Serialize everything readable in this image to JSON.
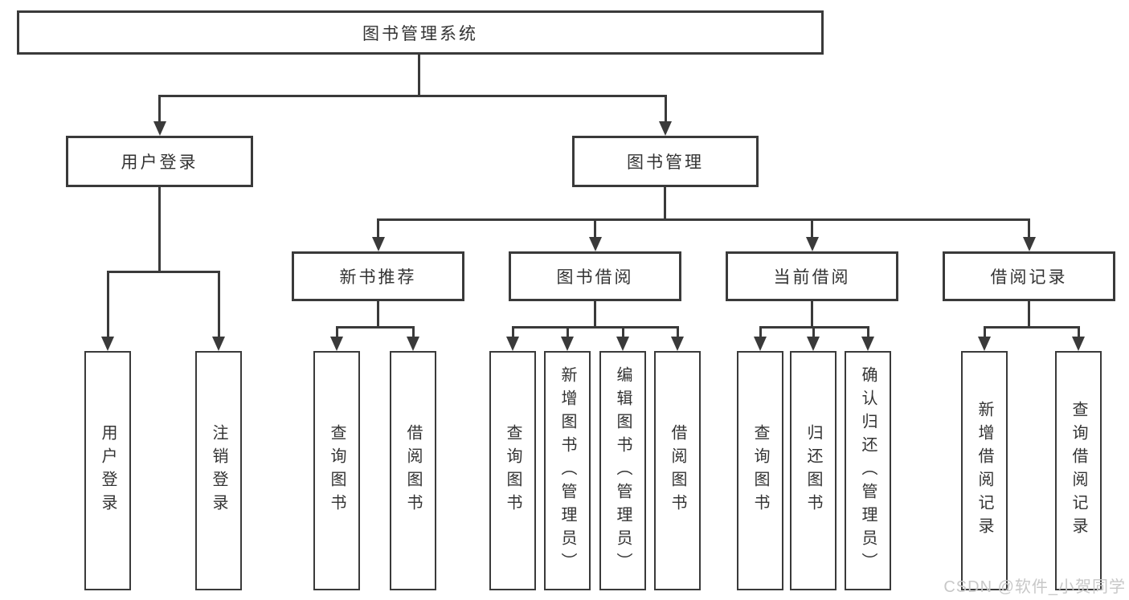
{
  "colors": {
    "line": "#3a3a3a",
    "box_border": "#3a3a3a",
    "text": "#333333",
    "background": "#ffffff",
    "watermark": "#c8c8c8"
  },
  "watermark": {
    "text": "CSDN @软件_小贺同学"
  },
  "tree": {
    "label": "图书管理系统",
    "children": [
      {
        "label": "用户登录",
        "children": [
          {
            "label": "用户登录"
          },
          {
            "label": "注销登录"
          }
        ]
      },
      {
        "label": "图书管理",
        "children": [
          {
            "label": "新书推荐",
            "children": [
              {
                "label": "查询图书"
              },
              {
                "label": "借阅图书"
              }
            ]
          },
          {
            "label": "图书借阅",
            "children": [
              {
                "label": "查询图书"
              },
              {
                "label": "新增图书（管理员）"
              },
              {
                "label": "编辑图书（管理员）"
              },
              {
                "label": "借阅图书"
              }
            ]
          },
          {
            "label": "当前借阅",
            "children": [
              {
                "label": "查询图书"
              },
              {
                "label": "归还图书"
              },
              {
                "label": "确认归还（管理员）"
              }
            ]
          },
          {
            "label": "借阅记录",
            "children": [
              {
                "label": "新增借阅记录"
              },
              {
                "label": "查询借阅记录"
              }
            ]
          }
        ]
      }
    ]
  }
}
